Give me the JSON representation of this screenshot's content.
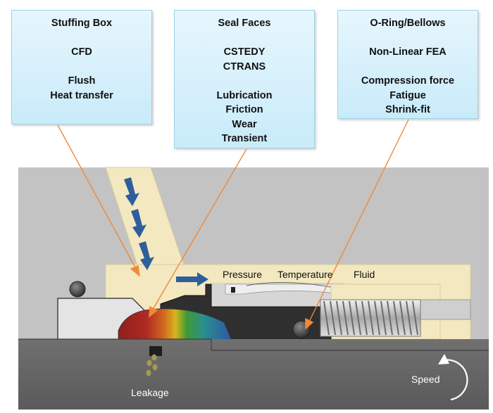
{
  "callouts": {
    "stuffing_box": {
      "title": "Stuffing Box",
      "method": "CFD",
      "items": [
        "Flush",
        "Heat transfer"
      ]
    },
    "seal_faces": {
      "title": "Seal Faces",
      "methods": [
        "CSTEDY",
        "CTRANS"
      ],
      "items": [
        "Lubrication",
        "Friction",
        "Wear",
        "Transient"
      ]
    },
    "oring_bellows": {
      "title": "O-Ring/Bellows",
      "method": "Non-Linear FEA",
      "items": [
        "Compression force",
        "Fatigue",
        "Shrink-fit"
      ]
    }
  },
  "labels": {
    "pressure": "Pressure",
    "temperature": "Temperature",
    "fluid": "Fluid",
    "leakage": "Leakage",
    "speed": "Speed"
  },
  "colors": {
    "housing": "#c3c3c3",
    "flush_channel": "#f3e8bf",
    "flow_arrow": "#2e5e9c",
    "leader_line": "#f0893a",
    "shaft": "#636363",
    "seal_face_gradient": [
      "#a32424",
      "#d36a21",
      "#3d9a37",
      "#2a8f90",
      "#2f58a8"
    ]
  }
}
